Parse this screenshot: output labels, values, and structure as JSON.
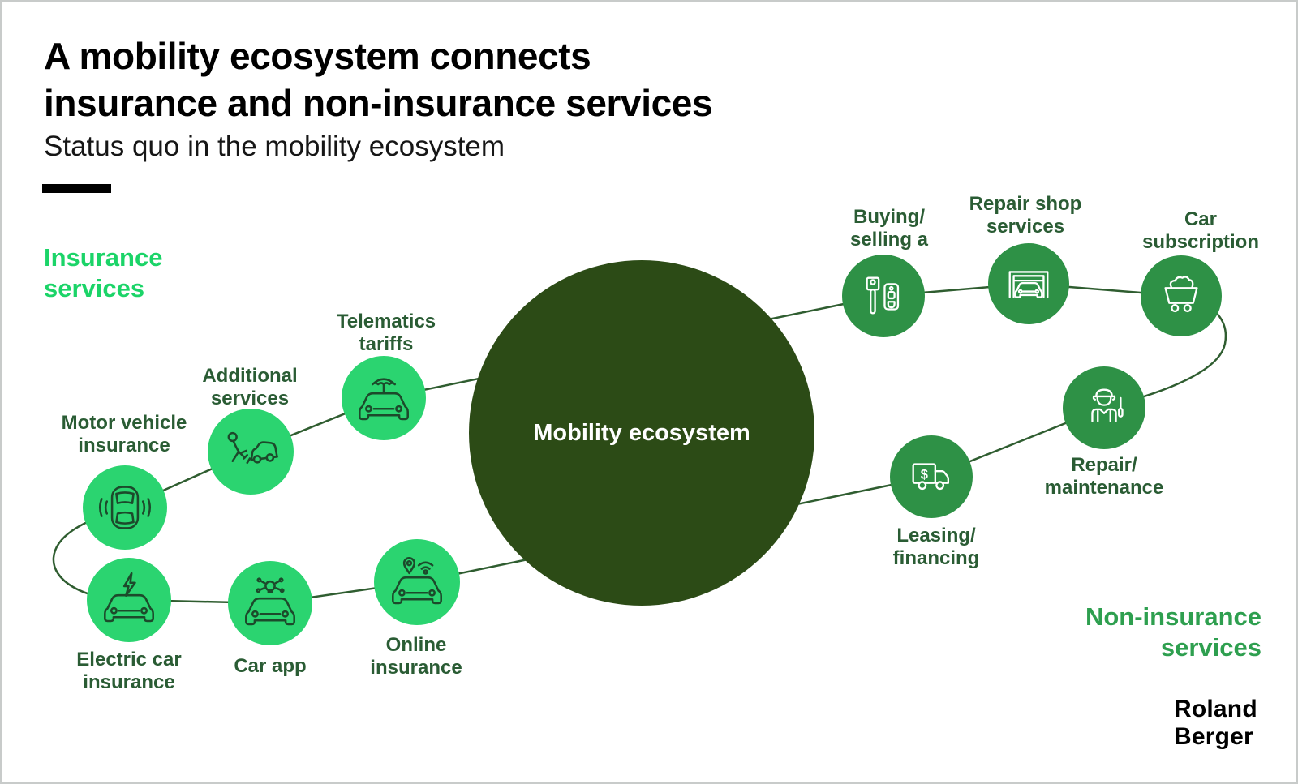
{
  "header": {
    "title": "A mobility ecosystem connects\ninsurance and non-insurance services",
    "subtitle": "Status quo in the mobility ecosystem"
  },
  "center": {
    "label": "Mobility ecosystem"
  },
  "sections": {
    "insurance": {
      "heading": "Insurance\nservices",
      "nodes": [
        {
          "label": "Motor vehicle\ninsurance",
          "icon": "car-sensors-icon"
        },
        {
          "label": "Additional\nservices",
          "icon": "person-breakdown-car-icon"
        },
        {
          "label": "Telematics\ntariffs",
          "icon": "car-umbrella-icon"
        },
        {
          "label": "Electric car\ninsurance",
          "icon": "car-lightning-icon"
        },
        {
          "label": "Car app",
          "icon": "car-connected-app-icon"
        },
        {
          "label": "Online\ninsurance",
          "icon": "car-location-wifi-icon"
        }
      ]
    },
    "non_insurance": {
      "heading": "Non-insurance\nservices",
      "nodes": [
        {
          "label": "Buying/\nselling a",
          "icon": "car-key-icon"
        },
        {
          "label": "Repair shop\nservices",
          "icon": "garage-icon"
        },
        {
          "label": "Car\nsubscription",
          "icon": "cart-icon"
        },
        {
          "label": "Repair/\nmaintenance",
          "icon": "mechanic-icon"
        },
        {
          "label": "Leasing/\nfinancing",
          "icon": "money-truck-icon"
        }
      ]
    }
  },
  "logo": {
    "text": "Roland\nBerger"
  },
  "colors": {
    "insurance_heading": "#1BD468",
    "insurance_circle": "#2BD470",
    "icon_stroke": "#1C4A2B",
    "non_insurance_heading": "#2E9F4F",
    "non_insurance_circle": "#2E9146",
    "ecosystem_circle": "#2C4B16",
    "ecosystem_text": "#FFFFFF",
    "label_text": "#2A5C34",
    "orbit_line": "#2F5D30"
  }
}
